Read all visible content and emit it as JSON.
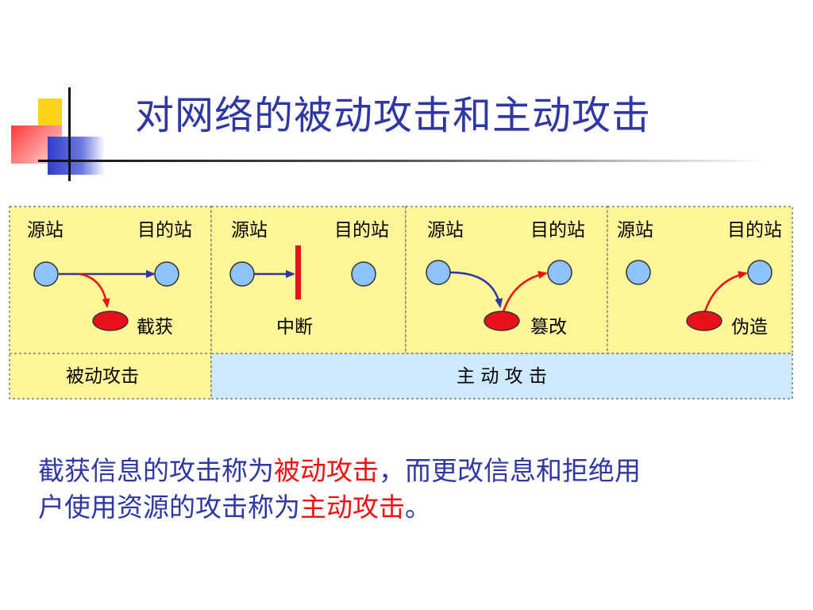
{
  "title": "对网络的被动攻击和主动攻击",
  "colors": {
    "title": "#2e37a3",
    "panel_yellow": "#fff599",
    "panel_blue": "#cde9fb",
    "node_blue": "#8ec3ff",
    "node_red": "#e8101a",
    "arrow_blue": "#2e37a3",
    "arrow_red": "#ee1111",
    "highlight": "#ee1111"
  },
  "panels": [
    {
      "source_label": "源站",
      "target_label": "目的站",
      "attack_label": "截获"
    },
    {
      "source_label": "源站",
      "target_label": "目的站",
      "attack_label": "中断"
    },
    {
      "source_label": "源站",
      "target_label": "目的站",
      "attack_label": "篡改"
    },
    {
      "source_label": "源站",
      "target_label": "目的站",
      "attack_label": "伪造"
    }
  ],
  "categories": {
    "passive": "被动攻击",
    "active": "主 动 攻 击"
  },
  "caption": {
    "line1_pre": "截获信息的攻击称为",
    "line1_passive": "被动攻击",
    "line1_post": "，而更改信息和拒绝用",
    "line2_pre": "户使用资源的攻击称为",
    "line2_active": "主动攻击",
    "line2_post": "。"
  }
}
